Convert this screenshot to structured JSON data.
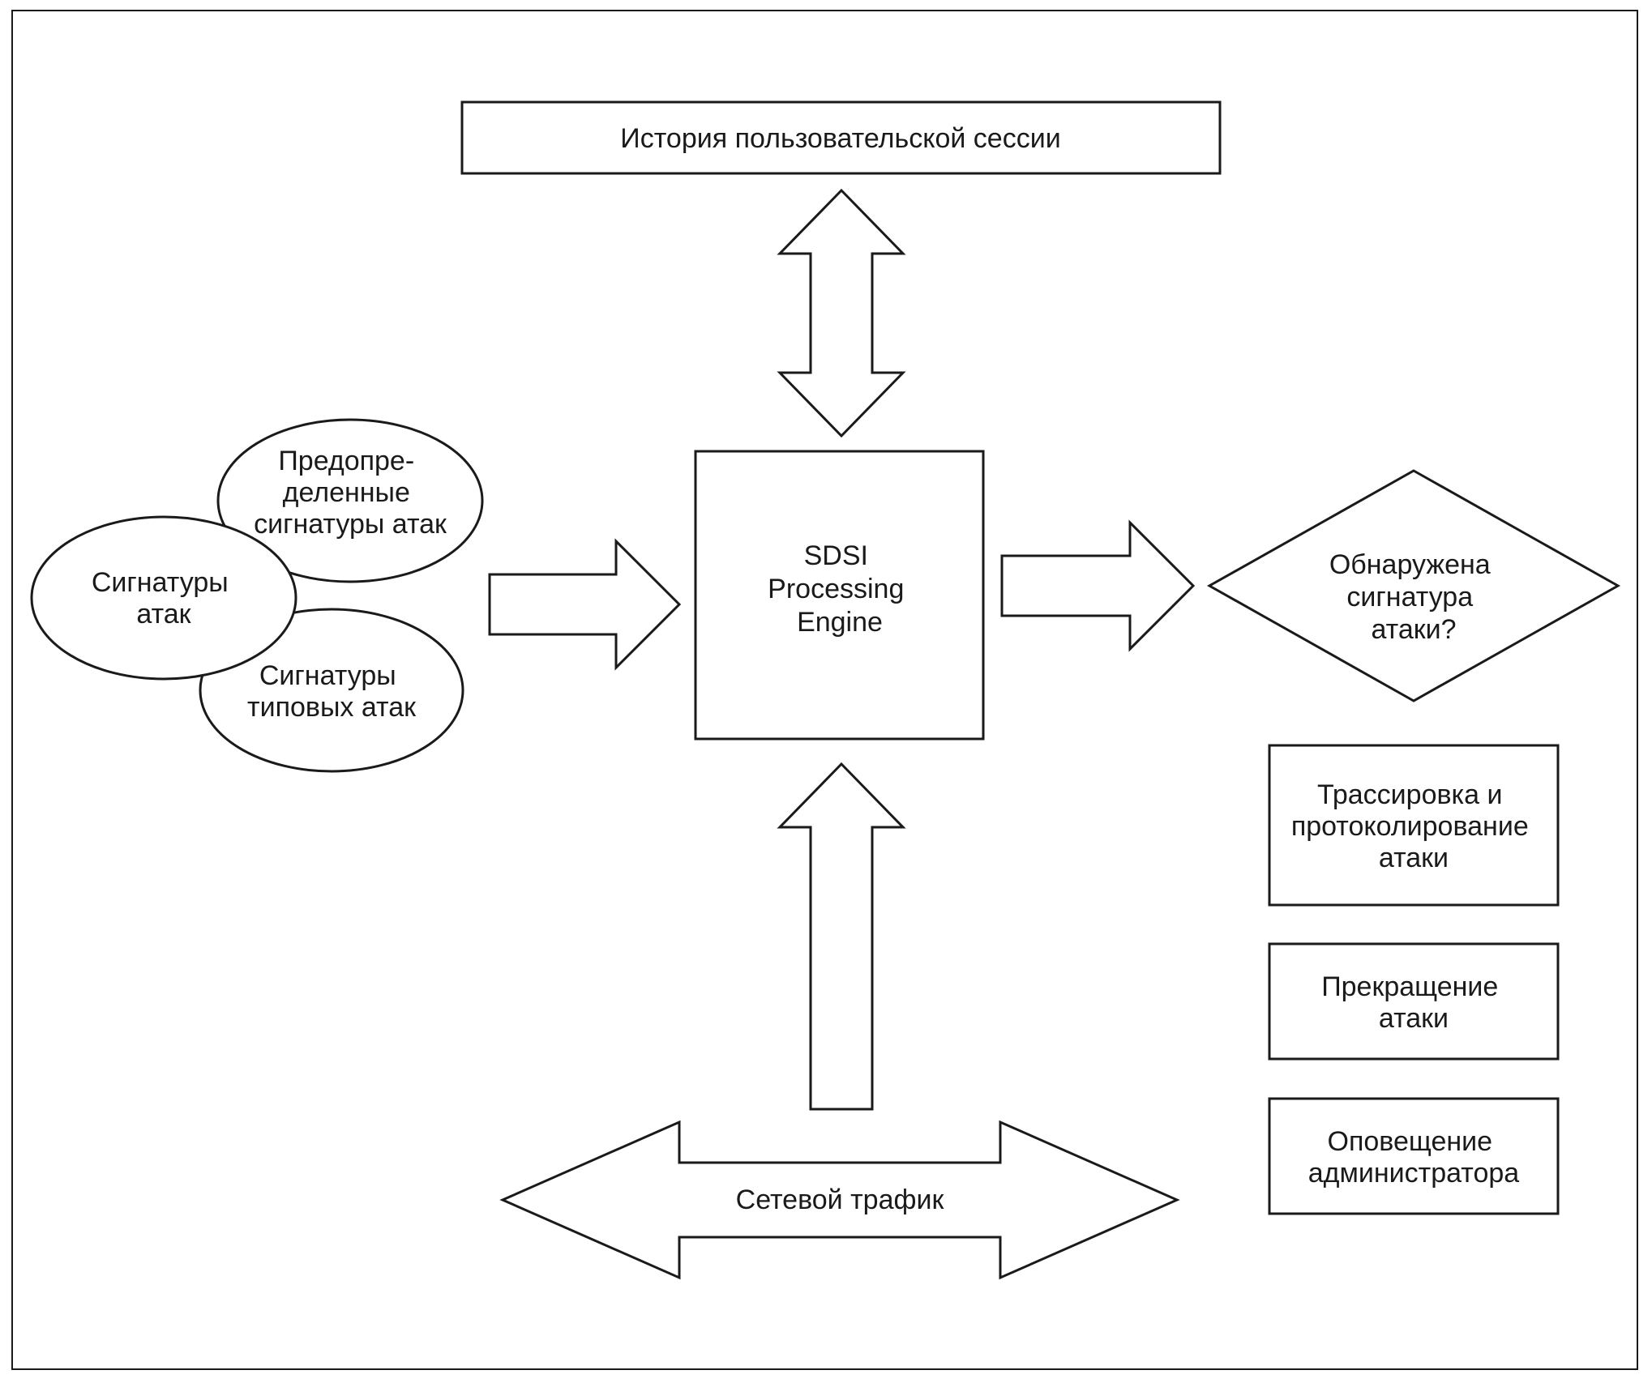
{
  "nodes": {
    "session_history": "История пользовательской сессии",
    "predefined_signatures": [
      "Предопре-",
      "деленные",
      "сигнатуры атак"
    ],
    "attack_signatures": [
      "Сигнатуры",
      "атак"
    ],
    "typical_signatures": [
      "Сигнатуры",
      "типовых атак"
    ],
    "engine": [
      "SDSI",
      "Processing",
      "Engine"
    ],
    "decision": [
      "Обнаружена",
      "сигнатура",
      "атаки?"
    ],
    "trace_log": [
      "Трассировка и",
      "протоколирование",
      "атаки"
    ],
    "terminate": [
      "Прекращение",
      "атаки"
    ],
    "notify_admin": [
      "Оповещение",
      "администратора"
    ],
    "network_traffic": "Сетевой трафик"
  }
}
